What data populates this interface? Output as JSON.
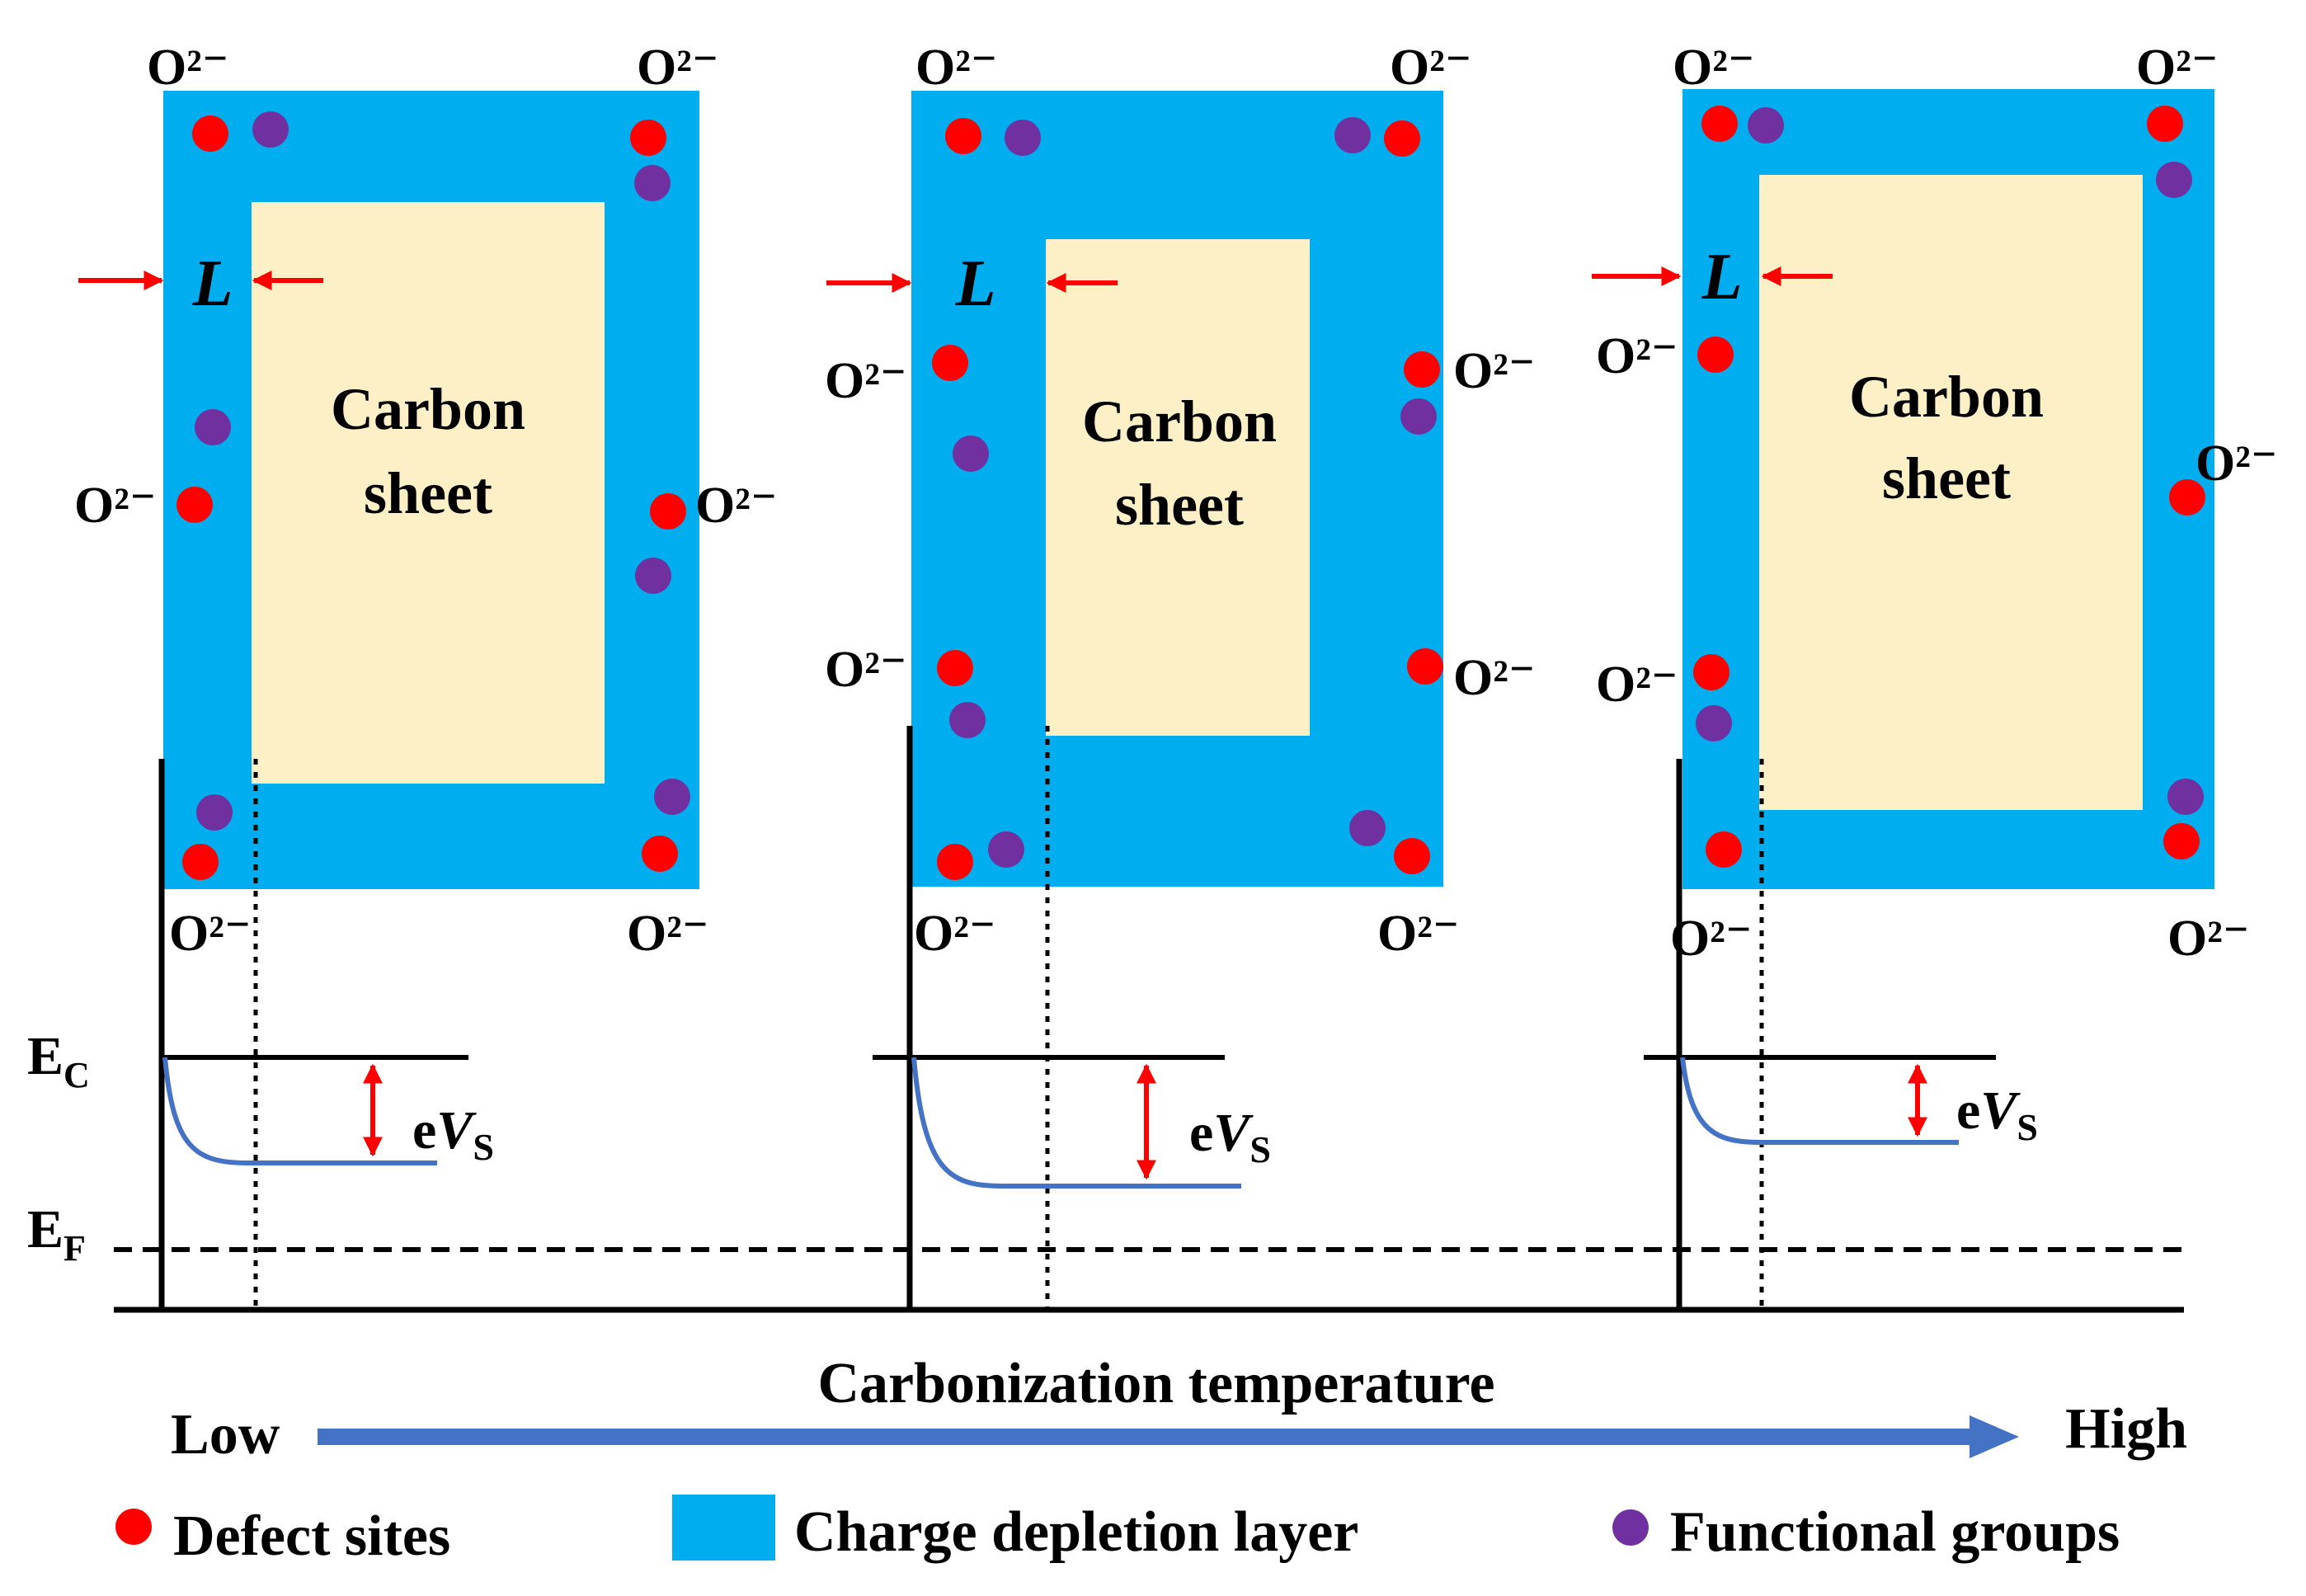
{
  "oxygen_label": "O²⁻",
  "carbon_line1": "Carbon",
  "carbon_line2": "sheet",
  "thickness_label": "L",
  "band": {
    "ec_main": "E",
    "ec_sub": "C",
    "ef_main": "E",
    "ef_sub": "F",
    "ev_prefix": "e",
    "ev_var": "V",
    "ev_sub": "S"
  },
  "axis": {
    "title": "Carbonization temperature",
    "low": "Low",
    "high": "High"
  },
  "legend": {
    "defect": "Defect sites",
    "depletion": "Charge depletion layer",
    "functional": "Functional groups"
  },
  "colors": {
    "depletion_layer": "#00AEEF",
    "carbon_sheet": "#FDEFC6",
    "defect_site": "#FF0000",
    "functional_group": "#7030A0",
    "band_curve": "#4472C4",
    "arrow_red": "#FF0000",
    "temp_arrow": "#4472C4",
    "line": "#000000"
  }
}
